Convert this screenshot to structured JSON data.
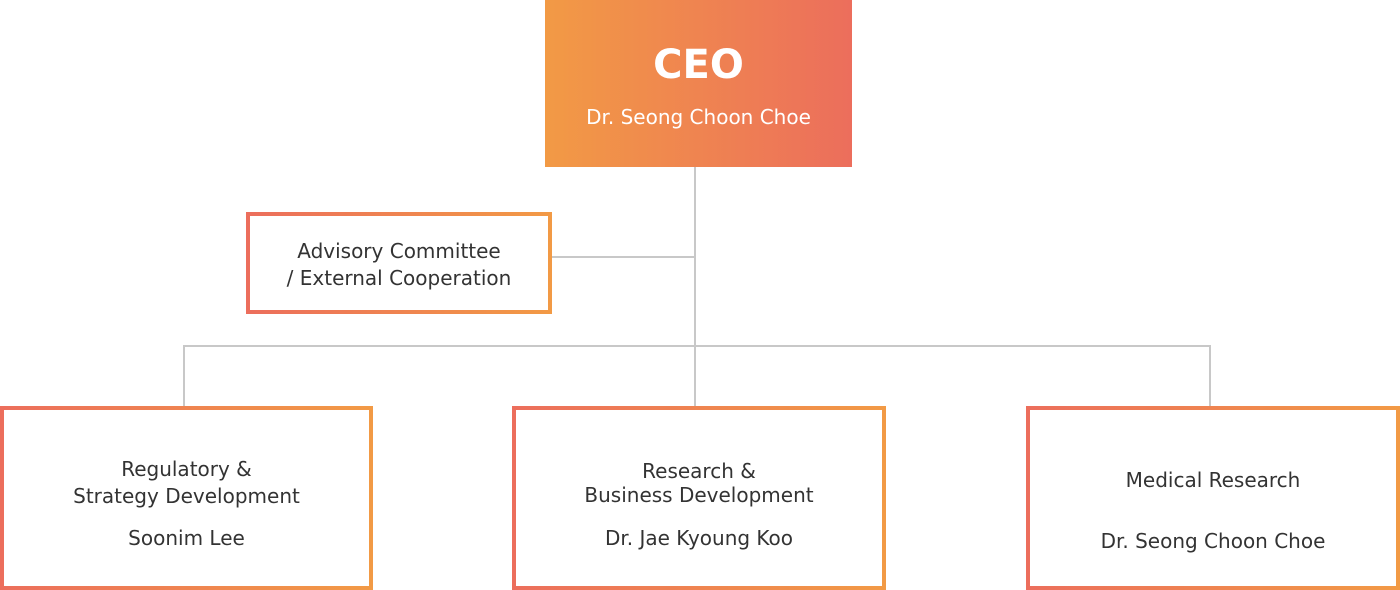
{
  "ceo": {
    "title": "CEO",
    "name": "Dr. Seong Choon Choe"
  },
  "advisory": {
    "label": "Advisory Committee\n/ External Cooperation"
  },
  "departments": [
    {
      "label": "Regulatory  &\nStrategy Development",
      "head": "Soonim Lee"
    },
    {
      "label": "Research &\nBusiness Development",
      "head": "Dr. Jae Kyoung Koo"
    },
    {
      "label": "Medical Research",
      "head": "Dr. Seong Choon Choe"
    }
  ],
  "colors": {
    "gradient_start": "#f29a45",
    "gradient_end": "#ec6e5c",
    "connector": "#c8c8c8",
    "text": "#333333"
  }
}
